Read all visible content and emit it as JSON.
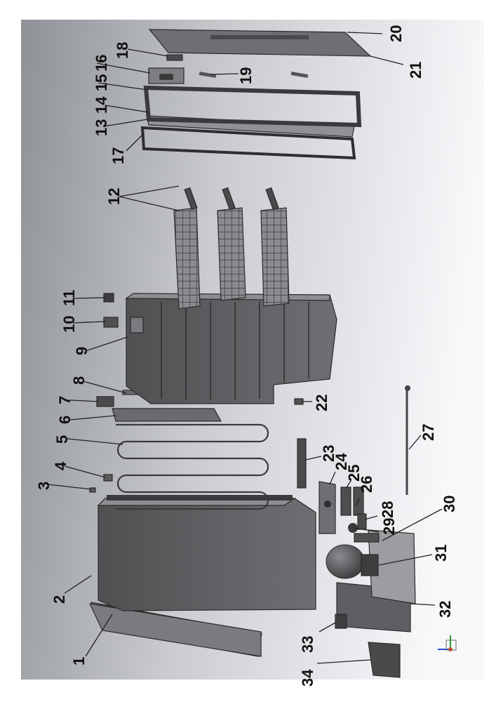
{
  "part_labels": [
    {
      "id": "1",
      "text": "1"
    },
    {
      "id": "2",
      "text": "2"
    },
    {
      "id": "3",
      "text": "3"
    },
    {
      "id": "4",
      "text": "4"
    },
    {
      "id": "5",
      "text": "5"
    },
    {
      "id": "6",
      "text": "6"
    },
    {
      "id": "7",
      "text": "7"
    },
    {
      "id": "8",
      "text": "8"
    },
    {
      "id": "9",
      "text": "9"
    },
    {
      "id": "10",
      "text": "10"
    },
    {
      "id": "11",
      "text": "11"
    },
    {
      "id": "12",
      "text": "12"
    },
    {
      "id": "13",
      "text": "13"
    },
    {
      "id": "14",
      "text": "14"
    },
    {
      "id": "15",
      "text": "15"
    },
    {
      "id": "16",
      "text": "16"
    },
    {
      "id": "17",
      "text": "17"
    },
    {
      "id": "18",
      "text": "18"
    },
    {
      "id": "19",
      "text": "19"
    },
    {
      "id": "20",
      "text": "20"
    },
    {
      "id": "21",
      "text": "21"
    },
    {
      "id": "22",
      "text": "22"
    },
    {
      "id": "23",
      "text": "23"
    },
    {
      "id": "24",
      "text": "24"
    },
    {
      "id": "25",
      "text": "25"
    },
    {
      "id": "26",
      "text": "26"
    },
    {
      "id": "27",
      "text": "27"
    },
    {
      "id": "28",
      "text": "28"
    },
    {
      "id": "29",
      "text": "29"
    },
    {
      "id": "30",
      "text": "30"
    },
    {
      "id": "31",
      "text": "31"
    },
    {
      "id": "32",
      "text": "32"
    },
    {
      "id": "33",
      "text": "33"
    },
    {
      "id": "34",
      "text": "34"
    }
  ],
  "colors": {
    "background_light": "#f7f8fa",
    "background_dark": "#8e9196",
    "part_dark": "#5a5a5c",
    "part_mid": "#6e6f72",
    "part_light": "#9c9da0",
    "label": "#111111"
  }
}
